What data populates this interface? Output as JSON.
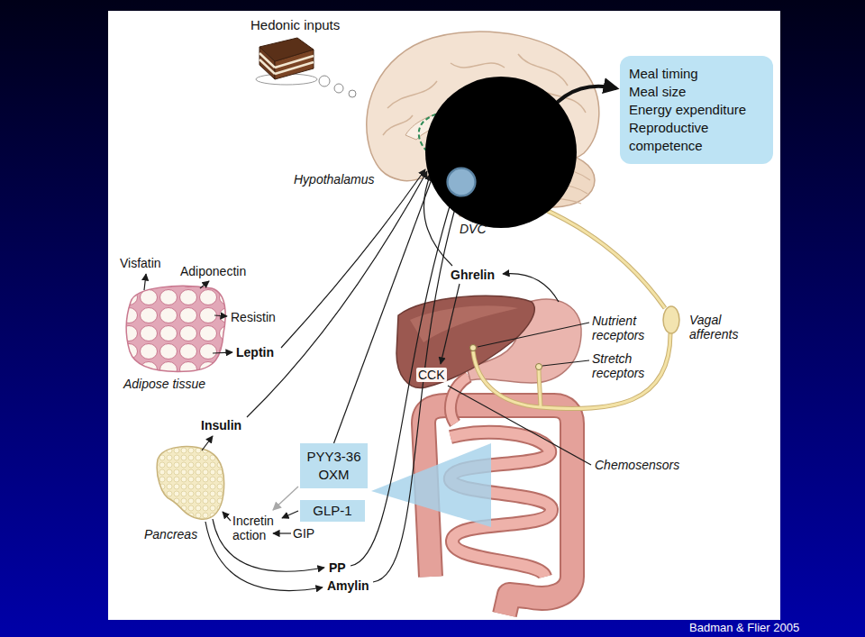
{
  "diagram": {
    "nodes": [
      {
        "text": [
          "Meal timing",
          "Meal size",
          "Energy expenditure",
          "Reproductive competence"
        ]
      },
      {
        "text": [
          "Hypothalamus"
        ]
      },
      {
        "text": [
          "DVC"
        ]
      },
      {
        "text": [
          "PYY3-36",
          "OXM"
        ]
      },
      {
        "text": [
          "GLP-1"
        ]
      }
    ],
    "edges": [
      {
        "from": 3,
        "to": 1,
        "arrow": "to"
      }
    ],
    "labels": [
      "Hedonic inputs",
      "Visfatin",
      "Adiponectin",
      "Resistin",
      "Leptin",
      "Adipose tissue",
      "Insulin",
      "Pancreas",
      "Incretin action",
      "GIP",
      "PP",
      "Amylin",
      "Ghrelin",
      "CCK",
      "Nutrient receptors",
      "Stretch receptors",
      "Chemosensors",
      "Vagal afferents",
      "Badman & Flier 2005"
    ]
  }
}
